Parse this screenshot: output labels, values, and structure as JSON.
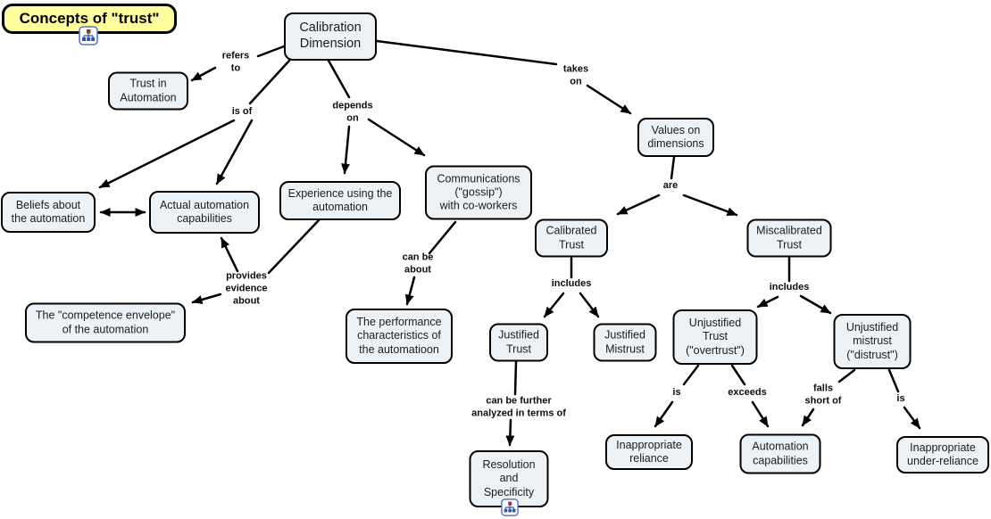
{
  "title": {
    "text": "Concepts of \"trust\""
  },
  "colors": {
    "node_fill": "#edf2f6",
    "title_fill": "#ffff9e",
    "line": "#000000",
    "icon_border_blue": "#5577cc",
    "icon_square_blue": "#3355aa",
    "icon_square_red": "#993333"
  },
  "nodes": [
    {
      "id": "calibration-dimension",
      "text": "Calibration\nDimension"
    },
    {
      "id": "trust-in-automation",
      "text": "Trust in\nAutomation"
    },
    {
      "id": "beliefs-about-automation",
      "text": "Beliefs about\nthe automation"
    },
    {
      "id": "actual-automation-capabilities",
      "text": "Actual automation\ncapabilities"
    },
    {
      "id": "experience-using-automation",
      "text": "Experience using the\nautomation"
    },
    {
      "id": "communications-gossip",
      "text": "Communications\n(\"gossip\")\nwith co-workers"
    },
    {
      "id": "values-on-dimensions",
      "text": "Values on\ndimensions"
    },
    {
      "id": "competence-envelope",
      "text": "The \"competence envelope\"\nof the automation"
    },
    {
      "id": "performance-characteristics",
      "text": "The performance\ncharacteristics of\nthe automatioon"
    },
    {
      "id": "calibrated-trust",
      "text": "Calibrated\nTrust"
    },
    {
      "id": "miscalibrated-trust",
      "text": "Miscalibrated\nTrust"
    },
    {
      "id": "justified-trust",
      "text": "Justified\nTrust"
    },
    {
      "id": "justified-mistrust",
      "text": "Justified\nMistrust"
    },
    {
      "id": "unjustified-trust-overtrust",
      "text": "Unjustified\nTrust\n(\"overtrust\")"
    },
    {
      "id": "unjustified-mistrust-distrust",
      "text": "Unjustified\nmistrust\n(\"distrust\")"
    },
    {
      "id": "resolution-and-specificity",
      "text": "Resolution\nand\nSpecificity"
    },
    {
      "id": "inappropriate-reliance",
      "text": "Inappropriate\nreliance"
    },
    {
      "id": "automation-capabilities",
      "text": "Automation\ncapabilities"
    },
    {
      "id": "inappropriate-under-reliance",
      "text": "Inappropriate\nunder-reliance"
    }
  ],
  "link_labels": [
    {
      "id": "refers-to",
      "text": "refers\nto"
    },
    {
      "id": "is-of",
      "text": "is of"
    },
    {
      "id": "depends-on",
      "text": "depends\non"
    },
    {
      "id": "takes-on",
      "text": "takes\non"
    },
    {
      "id": "are",
      "text": "are"
    },
    {
      "id": "includes-left",
      "text": "includes"
    },
    {
      "id": "includes-right",
      "text": "includes"
    },
    {
      "id": "provides-evidence-about",
      "text": "provides\nevidence\nabout"
    },
    {
      "id": "can-be-about",
      "text": "can be\nabout"
    },
    {
      "id": "can-be-further-analyzed",
      "text": "can be further\nanalyzed in terms of"
    },
    {
      "id": "is-left",
      "text": "is"
    },
    {
      "id": "exceeds",
      "text": "exceeds"
    },
    {
      "id": "falls-short-of",
      "text": "falls\nshort of"
    },
    {
      "id": "is-right",
      "text": "is"
    }
  ]
}
